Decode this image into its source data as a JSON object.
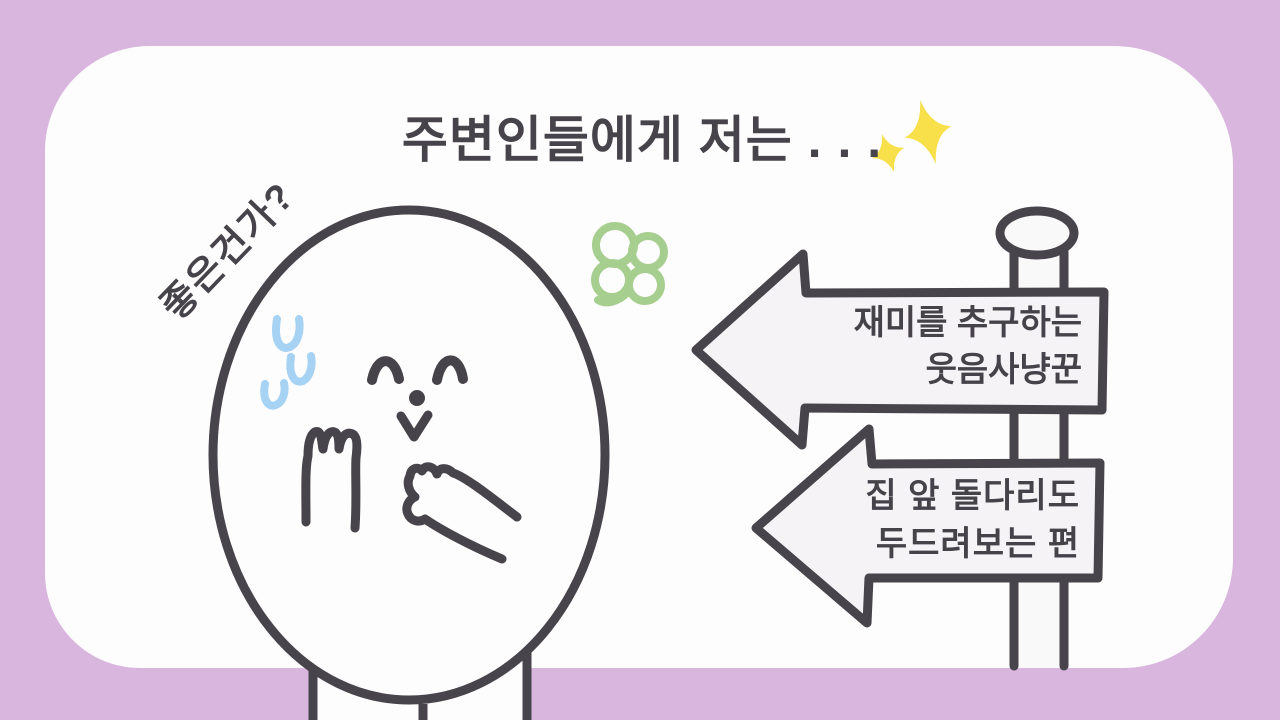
{
  "scene": {
    "title": "주변인들에게 저는 . . .",
    "side_question": "좋은건가?",
    "signpost": {
      "top_sign": {
        "line1": "재미를 추구하는",
        "line2": "웃음사냥꾼"
      },
      "bottom_sign": {
        "line1": "집 앞 돌다리도",
        "line2": "두드려보는 편"
      }
    },
    "icons": {
      "sparkles": "sparkle-icon",
      "clover": "clover-icon",
      "sweat": "sweat-drops-icon"
    },
    "colors": {
      "background_purple": "#d9b6de",
      "panel_white": "#fefdfe",
      "outline_dark": "#48444c",
      "sign_fill": "#f5f3f5",
      "sparkle_yellow": "#f8e04b",
      "clover_green": "#a6ce8f",
      "sweat_blue": "#a6d2f4"
    }
  }
}
